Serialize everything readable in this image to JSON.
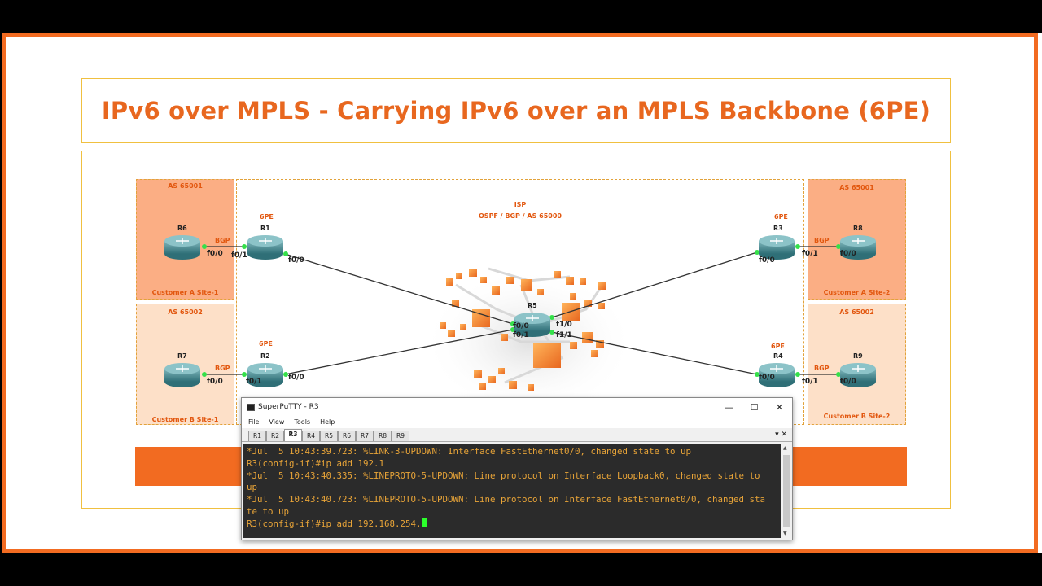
{
  "slide": {
    "title": "IPv6 over MPLS - Carrying IPv6 over an MPLS Backbone (6PE)"
  },
  "diagram": {
    "regions": {
      "cust_a_site1": {
        "as": "AS 65001",
        "name": "Customer A Site-1"
      },
      "cust_b_site1": {
        "as": "AS 65002",
        "name": "Customer B Site-1"
      },
      "cust_a_site2": {
        "as": "AS 65001",
        "name": "Customer A Site-2"
      },
      "cust_b_site2": {
        "as": "AS 65002",
        "name": "Customer B Site-2"
      },
      "isp": {
        "title": "ISP",
        "subtitle": "OSPF / BGP / AS 65000"
      }
    },
    "routers": {
      "r1": {
        "name": "R1",
        "role": "6PE"
      },
      "r2": {
        "name": "R2",
        "role": "6PE"
      },
      "r3": {
        "name": "R3",
        "role": "6PE"
      },
      "r4": {
        "name": "R4",
        "role": "6PE"
      },
      "r5": {
        "name": "R5"
      },
      "r6": {
        "name": "R6"
      },
      "r7": {
        "name": "R7"
      },
      "r8": {
        "name": "R8"
      },
      "r9": {
        "name": "R9"
      }
    },
    "interfaces": {
      "r6_f00": "f0/0",
      "r1_f01": "f0/1",
      "r1_f00": "f0/0",
      "r7_f00": "f0/0",
      "r2_f01": "f0/1",
      "r2_f00": "f0/0",
      "r3_f00": "f0/0",
      "r3_f01": "f0/1",
      "r8_f00": "f0/0",
      "r4_f00": "f0/0",
      "r4_f01": "f0/1",
      "r9_f00": "f0/0",
      "r5_f00": "f0/0",
      "r5_f01": "f0/1",
      "r5_f10": "f1/0",
      "r5_f11": "f1/1"
    },
    "bgp_label": "BGP",
    "colors": {
      "accent": "#f26b21",
      "region_dark": "#fbae84",
      "region_light": "#fde0c8",
      "router": "#3f8a92"
    }
  },
  "terminal": {
    "window_title": "SuperPuTTY - R3",
    "menu": [
      "File",
      "View",
      "Tools",
      "Help"
    ],
    "tabs": [
      "R1",
      "R2",
      "R3",
      "R4",
      "R5",
      "R6",
      "R7",
      "R8",
      "R9"
    ],
    "active_tab": "R3",
    "tab_controls": "▾ ✕",
    "controls": {
      "minimize": "—",
      "maximize": "☐",
      "close": "✕"
    },
    "lines": [
      "*Jul  5 10:43:39.723: %LINK-3-UPDOWN: Interface FastEthernet0/0, changed state to up",
      "R3(config-if)#ip add 192.1",
      "*Jul  5 10:43:40.335: %LINEPROTO-5-UPDOWN: Line protocol on Interface Loopback0, changed state to",
      "up",
      "*Jul  5 10:43:40.723: %LINEPROTO-5-UPDOWN: Line protocol on Interface FastEthernet0/0, changed sta",
      "te to up",
      "R3(config-if)#ip add 192.168.254."
    ]
  }
}
